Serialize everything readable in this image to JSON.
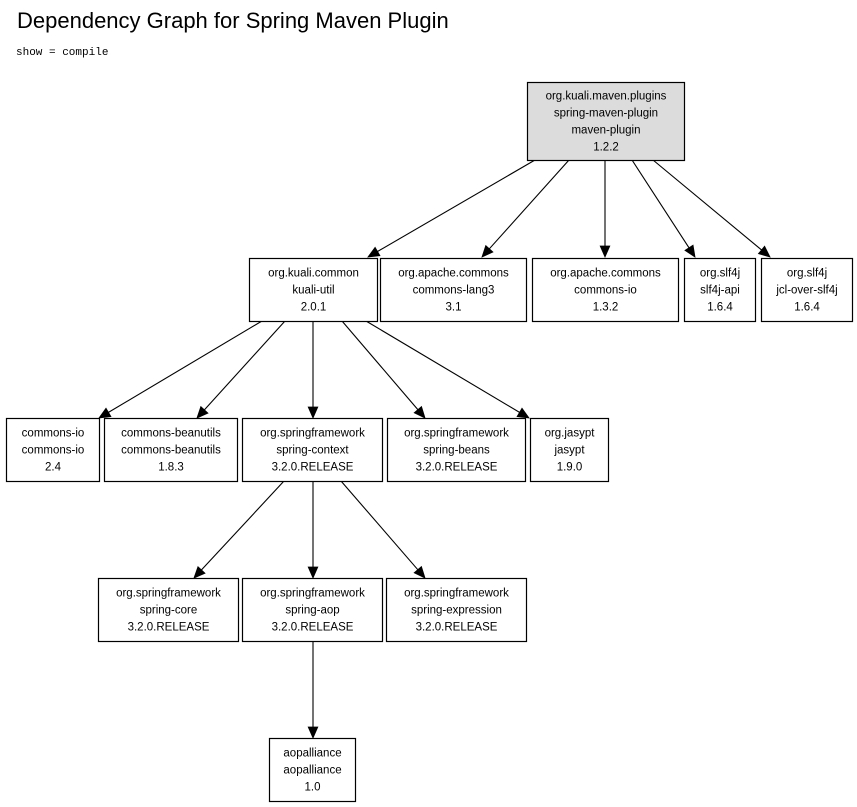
{
  "header": {
    "title": "Dependency Graph for Spring Maven Plugin",
    "subtitle": "show = compile"
  },
  "colors": {
    "root_fill": "#dcdcdc",
    "node_fill": "#ffffff",
    "line": "#000000"
  },
  "nodes": [
    {
      "id": "spring-maven-plugin",
      "root": true,
      "lines": [
        "org.kuali.maven.plugins",
        "spring-maven-plugin",
        "maven-plugin",
        "1.2.2"
      ]
    },
    {
      "id": "kuali-util",
      "lines": [
        "org.kuali.common",
        "kuali-util",
        "2.0.1"
      ]
    },
    {
      "id": "commons-lang3",
      "lines": [
        "org.apache.commons",
        "commons-lang3",
        "3.1"
      ]
    },
    {
      "id": "apache-commons-io",
      "lines": [
        "org.apache.commons",
        "commons-io",
        "1.3.2"
      ]
    },
    {
      "id": "slf4j-api",
      "lines": [
        "org.slf4j",
        "slf4j-api",
        "1.6.4"
      ]
    },
    {
      "id": "jcl-over-slf4j",
      "lines": [
        "org.slf4j",
        "jcl-over-slf4j",
        "1.6.4"
      ]
    },
    {
      "id": "commons-io",
      "lines": [
        "commons-io",
        "commons-io",
        "2.4"
      ]
    },
    {
      "id": "commons-beanutils",
      "lines": [
        "commons-beanutils",
        "commons-beanutils",
        "1.8.3"
      ]
    },
    {
      "id": "spring-context",
      "lines": [
        "org.springframework",
        "spring-context",
        "3.2.0.RELEASE"
      ]
    },
    {
      "id": "spring-beans",
      "lines": [
        "org.springframework",
        "spring-beans",
        "3.2.0.RELEASE"
      ]
    },
    {
      "id": "jasypt",
      "lines": [
        "org.jasypt",
        "jasypt",
        "1.9.0"
      ]
    },
    {
      "id": "spring-core",
      "lines": [
        "org.springframework",
        "spring-core",
        "3.2.0.RELEASE"
      ]
    },
    {
      "id": "spring-aop",
      "lines": [
        "org.springframework",
        "spring-aop",
        "3.2.0.RELEASE"
      ]
    },
    {
      "id": "spring-expression",
      "lines": [
        "org.springframework",
        "spring-expression",
        "3.2.0.RELEASE"
      ]
    },
    {
      "id": "aopalliance",
      "lines": [
        "aopalliance",
        "aopalliance",
        "1.0"
      ]
    }
  ],
  "edges": [
    [
      "spring-maven-plugin",
      "kuali-util"
    ],
    [
      "spring-maven-plugin",
      "commons-lang3"
    ],
    [
      "spring-maven-plugin",
      "apache-commons-io"
    ],
    [
      "spring-maven-plugin",
      "slf4j-api"
    ],
    [
      "spring-maven-plugin",
      "jcl-over-slf4j"
    ],
    [
      "kuali-util",
      "commons-io"
    ],
    [
      "kuali-util",
      "commons-beanutils"
    ],
    [
      "kuali-util",
      "spring-context"
    ],
    [
      "kuali-util",
      "spring-beans"
    ],
    [
      "kuali-util",
      "jasypt"
    ],
    [
      "spring-context",
      "spring-core"
    ],
    [
      "spring-context",
      "spring-aop"
    ],
    [
      "spring-context",
      "spring-expression"
    ],
    [
      "spring-aop",
      "aopalliance"
    ]
  ]
}
